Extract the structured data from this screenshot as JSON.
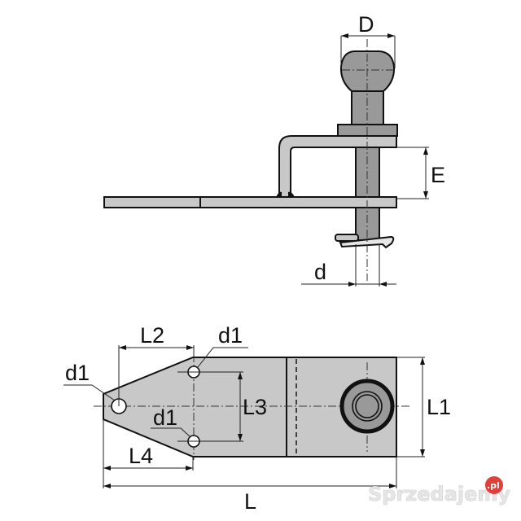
{
  "diagram": {
    "type": "technical-drawing",
    "subject": "ball hitch bracket",
    "views": {
      "side_view": {
        "dimension_labels": {
          "ball_diameter": "D",
          "bracket_gap": "E",
          "pin_diameter": "d"
        }
      },
      "top_view": {
        "dimension_labels": {
          "hole_top": "d1",
          "hole_tip": "d1",
          "hole_bottom": "d1",
          "hole_offset": "L2",
          "hole_spacing": "L3",
          "taper_length": "L4",
          "width": "L1",
          "total_length": "L"
        }
      }
    },
    "colors": {
      "plate_fill": "#c8c8c8",
      "pin_fill": "#999999",
      "outline": "#111111",
      "background": "#ffffff",
      "watermark_badge": "#e0403a"
    }
  },
  "watermark": {
    "text": "Sprzedajemy",
    "badge": ".pl"
  }
}
